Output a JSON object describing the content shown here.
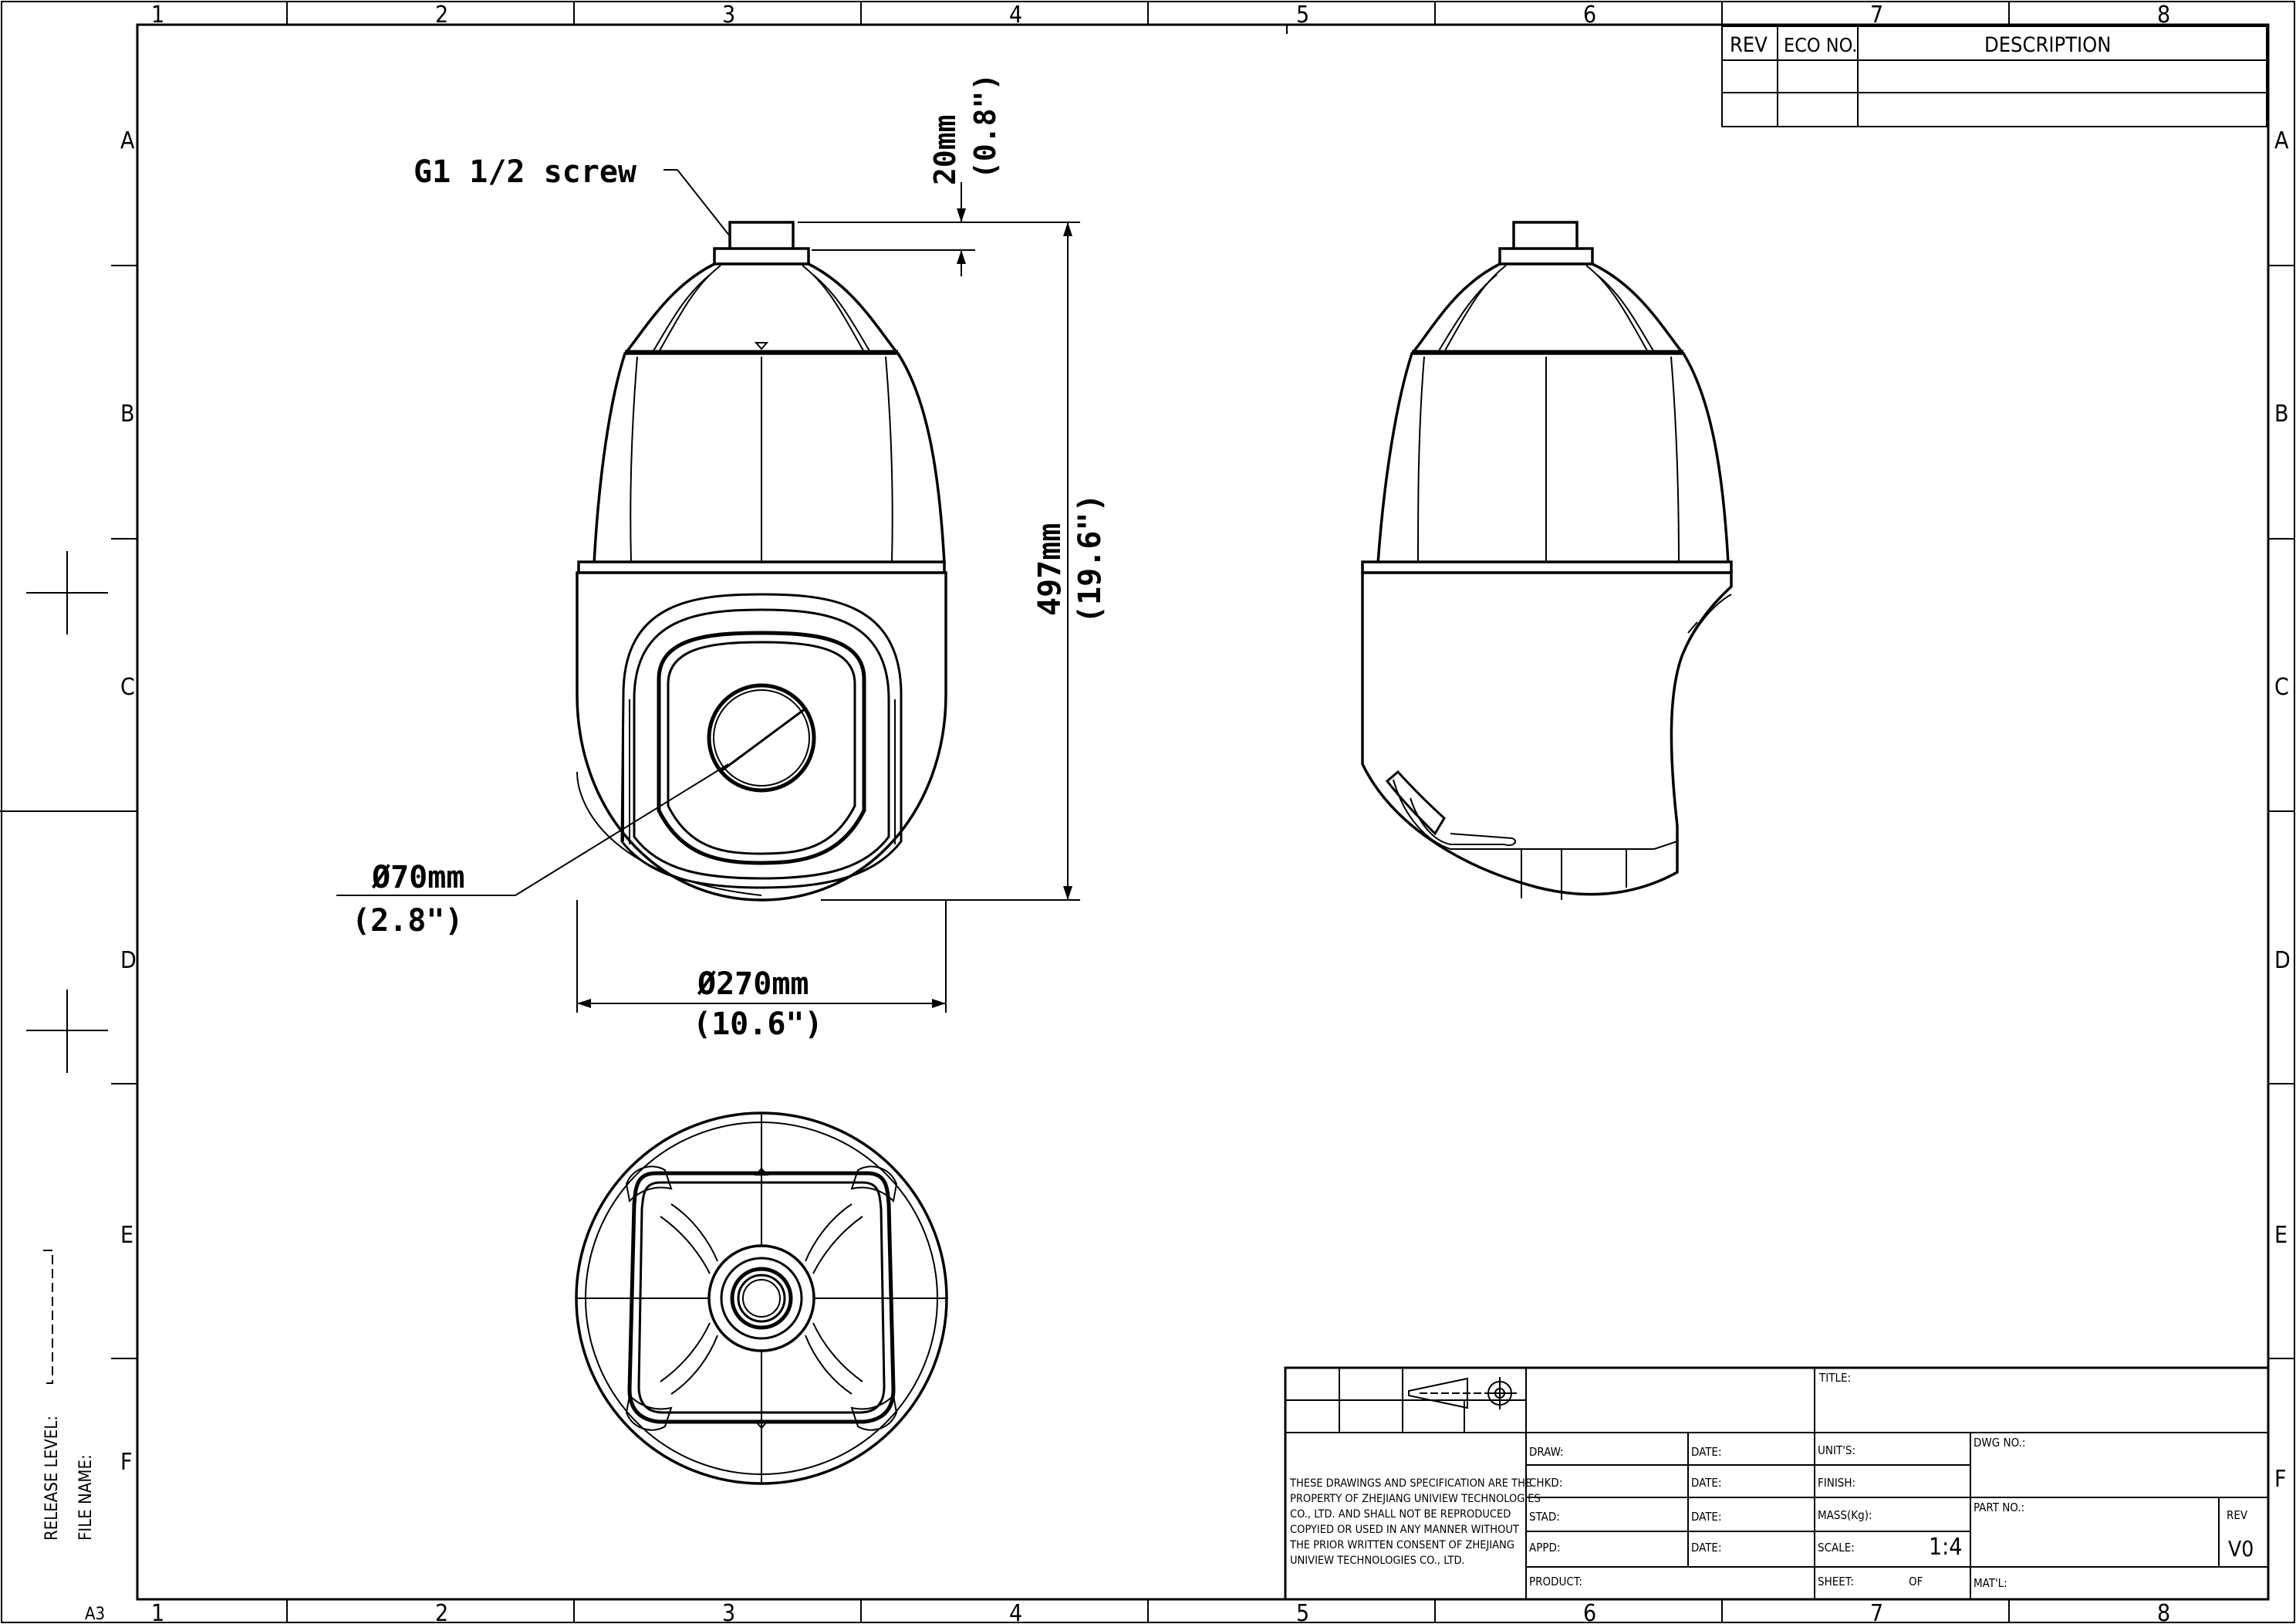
{
  "border": {
    "columns": [
      "1",
      "2",
      "3",
      "4",
      "5",
      "6",
      "7",
      "8"
    ],
    "rows": [
      "A",
      "B",
      "C",
      "D",
      "E",
      "F"
    ],
    "sheet_size": "A3"
  },
  "revision_table": {
    "headers": {
      "rev": "REV",
      "eco": "ECO NO.",
      "description": "DESCRIPTION"
    }
  },
  "front_view": {
    "screw_label": "G1 1/2 screw",
    "top_dim_mm": "20mm",
    "top_dim_in": "(0.8\")",
    "height_dim_mm": "497mm",
    "height_dim_in": "(19.6\")",
    "lens_dim_mm": "Ø70mm",
    "lens_dim_in": "(2.8\")",
    "width_dim_mm": "Ø270mm",
    "width_dim_in": "(10.6\")"
  },
  "side_release": {
    "release_level": "RELEASE LEVEL:",
    "file_name": "FILE NAME:"
  },
  "title_block": {
    "notice_lines": [
      "THESE DRAWINGS AND SPECIFICATION ARE THE",
      "PROPERTY OF ZHEJIANG UNIVIEW TECHNOLOGIES",
      "CO., LTD. AND SHALL NOT BE REPRODUCED",
      "COPYIED OR USED IN ANY MANNER WITHOUT",
      "THE PRIOR WRITTEN CONSENT OF ZHEJIANG",
      "UNIVIEW TECHNOLOGIES CO., LTD."
    ],
    "draw": "DRAW:",
    "chkd": "CHKD:",
    "stad": "STAD:",
    "appd": "APPD:",
    "date": "DATE:",
    "product": "PRODUCT:",
    "title": "TITLE:",
    "units": "UNIT'S:",
    "finish": "FINISH:",
    "mass": "MASS(Kg):",
    "scale_label": "SCALE:",
    "scale_value": "1:4",
    "sheet": "SHEET:",
    "of": "OF",
    "dwg_no": "DWG NO.:",
    "part_no": "PART NO.:",
    "rev_label": "REV",
    "rev_value": "V0",
    "matl": "MAT'L:"
  }
}
